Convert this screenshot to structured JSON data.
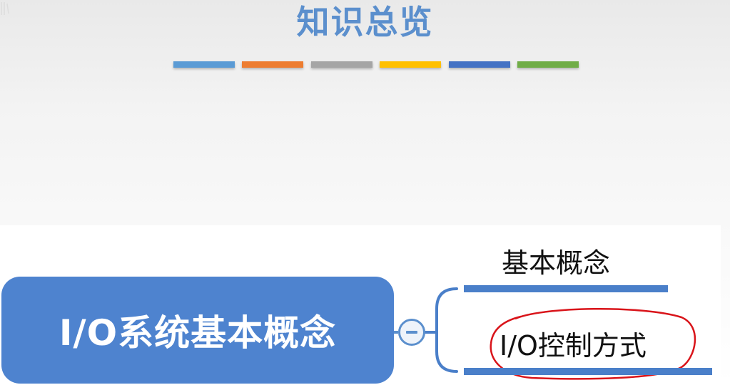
{
  "slide": {
    "title": "知识总览"
  },
  "colors": {
    "title": "#5b8fcd",
    "node_fill": "#4e83cf",
    "branch": "#4a7fc9",
    "annotation": "#d9141a"
  },
  "color_bars": [
    "#5b9bd5",
    "#ed7d31",
    "#a5a5a5",
    "#ffc000",
    "#4472c4",
    "#70ad47"
  ],
  "mindmap": {
    "root": {
      "label": "I/O系统基本概念"
    },
    "toggle_icon": "minus-icon",
    "branches": [
      {
        "label": "基本概念",
        "highlighted": false
      },
      {
        "label": "I/O控制方式",
        "highlighted": true
      }
    ]
  }
}
